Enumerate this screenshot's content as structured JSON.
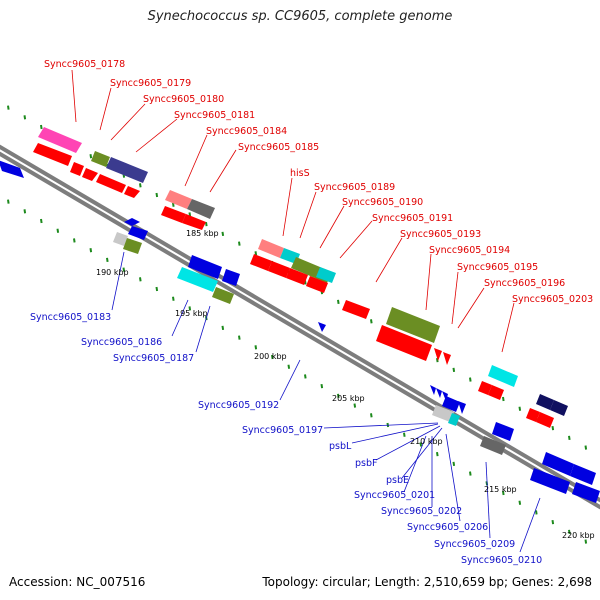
{
  "title": "Synechococcus sp. CC9605, complete genome",
  "footer": {
    "accession_text": "Accession: NC_007516",
    "topology_text": "Topology: circular; Length: 2,510,659 bp; Genes: 2,698"
  },
  "colors": {
    "forward_label": "#e00000",
    "reverse_label": "#1010c8",
    "backbone": "#8a8a8a",
    "tick": "#1d8a1d"
  },
  "scale_labels": [
    "185 kbp",
    "190 kbp",
    "195 kbp",
    "200 kbp",
    "205 kbp",
    "210 kbp",
    "215 kbp",
    "220 kbp"
  ],
  "forward_gene_labels": [
    "Syncc9605_0178",
    "Syncc9605_0179",
    "Syncc9605_0180",
    "Syncc9605_0181",
    "Syncc9605_0184",
    "Syncc9605_0185",
    "hisS",
    "Syncc9605_0189",
    "Syncc9605_0190",
    "Syncc9605_0191",
    "Syncc9605_0193",
    "Syncc9605_0194",
    "Syncc9605_0195",
    "Syncc9605_0196",
    "Syncc9605_0203"
  ],
  "reverse_gene_labels": [
    "Syncc9605_0183",
    "Syncc9605_0186",
    "Syncc9605_0187",
    "Syncc9605_0192",
    "Syncc9605_0197",
    "psbL",
    "psbF",
    "psbE",
    "Syncc9605_0201",
    "Syncc9605_0202",
    "Syncc9605_0206",
    "Syncc9605_0209",
    "Syncc9605_0210"
  ]
}
